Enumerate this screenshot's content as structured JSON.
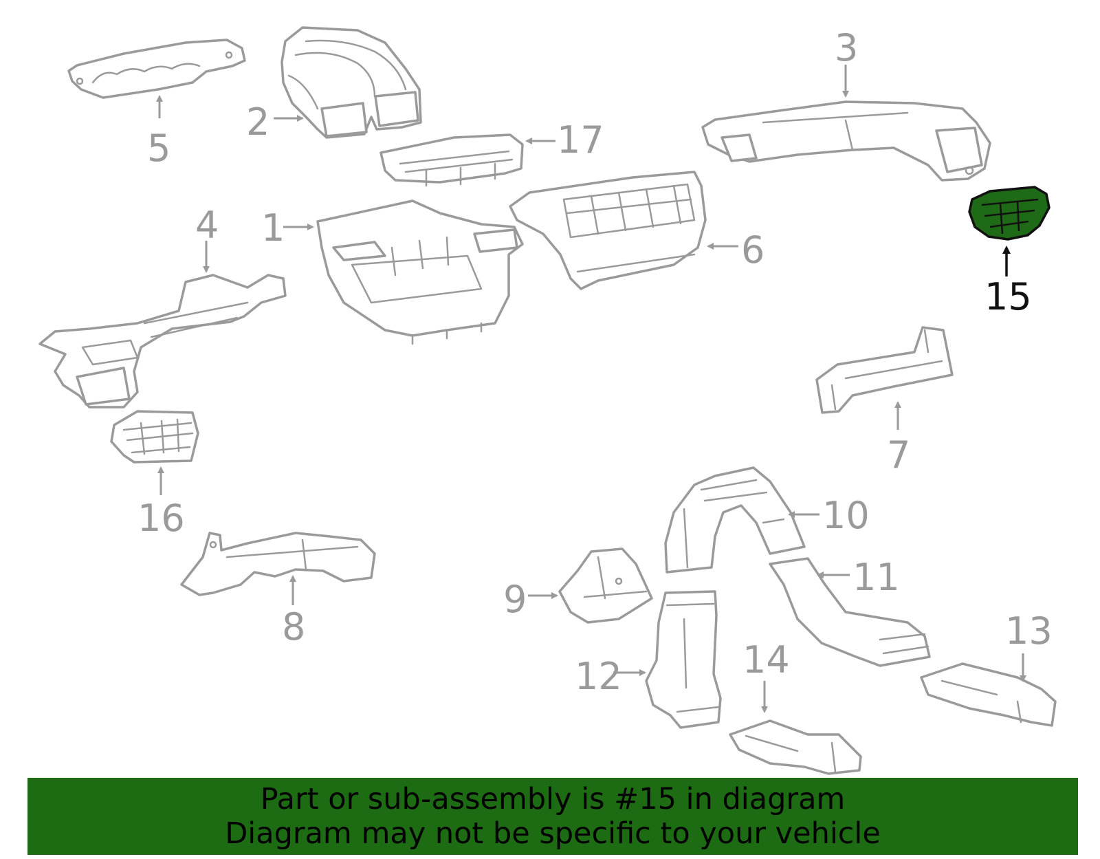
{
  "diagram": {
    "highlight_color": "#1d6b12",
    "callouts": {
      "c1": "1",
      "c2": "2",
      "c3": "3",
      "c4": "4",
      "c5": "5",
      "c6": "6",
      "c7": "7",
      "c8": "8",
      "c9": "9",
      "c10": "10",
      "c11": "11",
      "c12": "12",
      "c13": "13",
      "c14": "14",
      "c15": "15",
      "c16": "16",
      "c17": "17"
    },
    "highlighted_part": "15"
  },
  "banner": {
    "line1": "Part or sub-assembly is #15 in diagram",
    "line2": "Diagram may not be specific to your vehicle"
  }
}
